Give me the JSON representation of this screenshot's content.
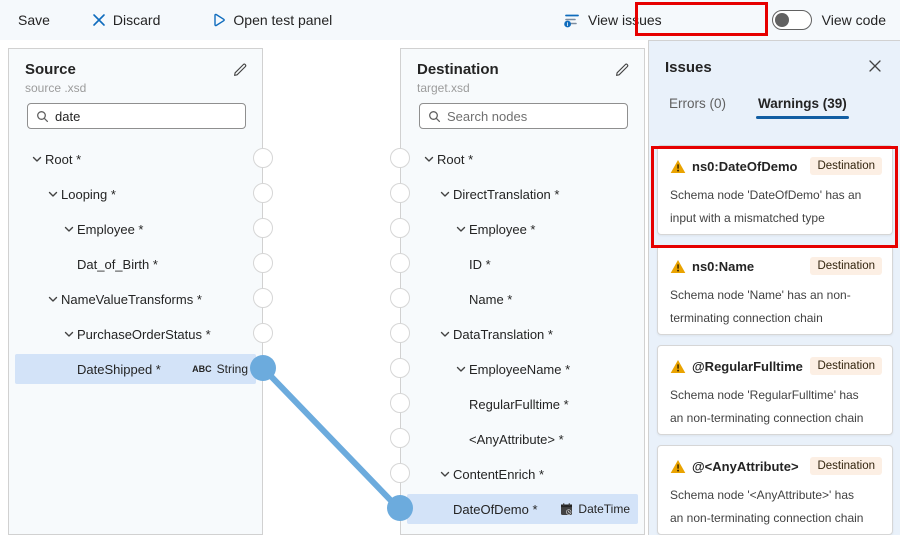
{
  "toolbar": {
    "save_label": "Save",
    "discard_label": "Discard",
    "open_test_panel_label": "Open test panel",
    "view_issues_label": "View issues",
    "view_code_label": "View code"
  },
  "source_panel": {
    "title": "Source",
    "subtitle": "source .xsd",
    "search_value": "date",
    "tree": [
      {
        "label": "Root *",
        "level": 0,
        "chevron": true
      },
      {
        "label": "Looping *",
        "level": 1,
        "chevron": true
      },
      {
        "label": "Employee *",
        "level": 2,
        "chevron": true
      },
      {
        "label": "Dat_of_Birth *",
        "level": 3,
        "chevron": false
      },
      {
        "label": "NameValueTransforms *",
        "level": 1,
        "chevron": true
      },
      {
        "label": "PurchaseOrderStatus *",
        "level": 2,
        "chevron": true
      },
      {
        "label": "DateShipped *",
        "level": 3,
        "chevron": false,
        "selected": true,
        "badge": {
          "icon": "abc-icon",
          "label": "String"
        }
      }
    ]
  },
  "destination_panel": {
    "title": "Destination",
    "subtitle": "target.xsd",
    "search_placeholder": "Search nodes",
    "tree": [
      {
        "label": "Root *",
        "level": 0,
        "chevron": true
      },
      {
        "label": "DirectTranslation *",
        "level": 1,
        "chevron": true
      },
      {
        "label": "Employee *",
        "level": 2,
        "chevron": true
      },
      {
        "label": "ID *",
        "level": 3,
        "chevron": false
      },
      {
        "label": "Name *",
        "level": 3,
        "chevron": false
      },
      {
        "label": "DataTranslation *",
        "level": 1,
        "chevron": true
      },
      {
        "label": "EmployeeName *",
        "level": 2,
        "chevron": true
      },
      {
        "label": "RegularFulltime *",
        "level": 3,
        "chevron": false
      },
      {
        "label": "<AnyAttribute> *",
        "level": 3,
        "chevron": false
      },
      {
        "label": "ContentEnrich *",
        "level": 1,
        "chevron": true
      },
      {
        "label": "DateOfDemo *",
        "level": 2,
        "chevron": false,
        "selected": true,
        "badge": {
          "icon": "calendar-clock-icon",
          "label": "DateTime"
        }
      }
    ]
  },
  "issues_panel": {
    "title": "Issues",
    "tabs": [
      {
        "label": "Errors (0)",
        "active": false
      },
      {
        "label": "Warnings (39)",
        "active": true
      }
    ],
    "warnings": [
      {
        "name": "ns0:DateOfDemo",
        "badge": "Destination",
        "message": "Schema node 'DateOfDemo' has an input with a mismatched type",
        "highlighted": true
      },
      {
        "name": "ns0:Name",
        "badge": "Destination",
        "message": "Schema node 'Name' has an non-terminating connection chain"
      },
      {
        "name": "@RegularFulltime",
        "badge": "Destination",
        "message": "Schema node 'RegularFulltime' has an non-terminating connection chain"
      },
      {
        "name": "@<AnyAttribute>",
        "badge": "Destination",
        "message": "Schema node '<AnyAttribute>' has an non-terminating connection chain"
      }
    ]
  },
  "connection": {
    "from": "DateShipped *",
    "to": "DateOfDemo *"
  },
  "colors": {
    "accent": "#0f6cbd",
    "connection_blue": "#6cabdd",
    "selection_bg": "#d3e3f8",
    "warning_yellow": "#eaa300",
    "tab_underline": "#115ea3",
    "highlight_red": "#e60000",
    "destination_badge_bg": "#fcefe4"
  }
}
